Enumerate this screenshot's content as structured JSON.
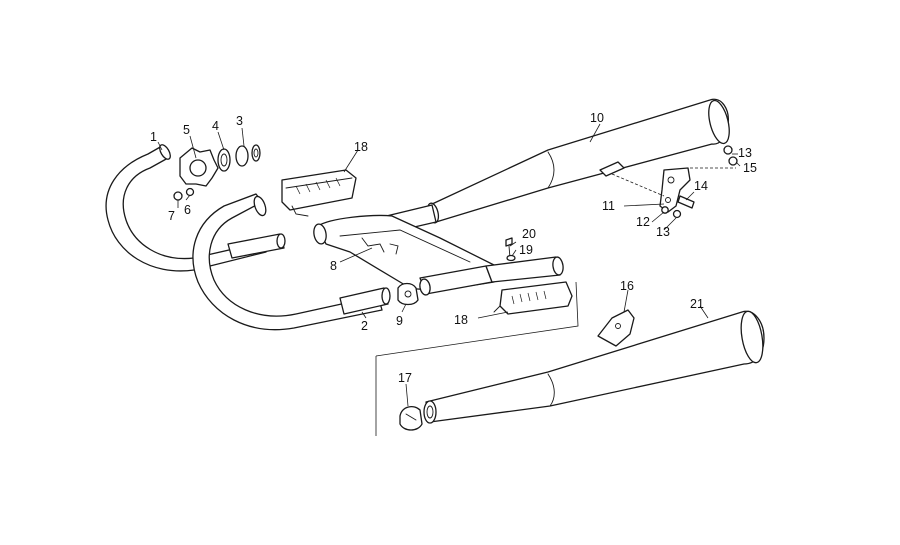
{
  "diagram": {
    "callouts": [
      {
        "id": "c1",
        "text": "1"
      },
      {
        "id": "c2",
        "text": "2"
      },
      {
        "id": "c3",
        "text": "3"
      },
      {
        "id": "c4",
        "text": "4"
      },
      {
        "id": "c5",
        "text": "5"
      },
      {
        "id": "c6",
        "text": "6"
      },
      {
        "id": "c7",
        "text": "7"
      },
      {
        "id": "c8",
        "text": "8"
      },
      {
        "id": "c9",
        "text": "9"
      },
      {
        "id": "c10",
        "text": "10"
      },
      {
        "id": "c11",
        "text": "11"
      },
      {
        "id": "c12",
        "text": "12"
      },
      {
        "id": "c13a",
        "text": "13"
      },
      {
        "id": "c13b",
        "text": "13"
      },
      {
        "id": "c14",
        "text": "14"
      },
      {
        "id": "c15",
        "text": "15"
      },
      {
        "id": "c16",
        "text": "16"
      },
      {
        "id": "c17",
        "text": "17"
      },
      {
        "id": "c18a",
        "text": "18"
      },
      {
        "id": "c18b",
        "text": "18"
      },
      {
        "id": "c19",
        "text": "19"
      },
      {
        "id": "c20",
        "text": "20"
      },
      {
        "id": "c21",
        "text": "21"
      }
    ]
  }
}
